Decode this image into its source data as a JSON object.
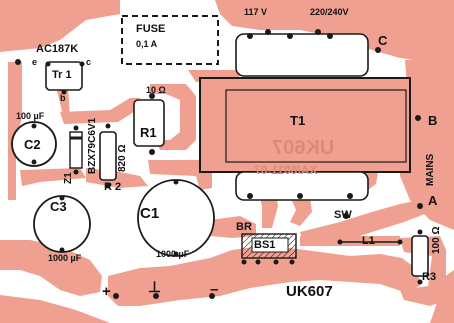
{
  "colors": {
    "copper": "#f0a090",
    "outline": "#1a1a1a",
    "background": "#ffffff",
    "mirror_text": "#d98a7a"
  },
  "labels": {
    "fuse": "FUSE",
    "fuse_value": "0,1 A",
    "v117": "117 V",
    "v220": "220/240V",
    "transistor_type": "AC187K",
    "tr1": "Tr 1",
    "e": "e",
    "c_pin": "c",
    "b_pin": "b",
    "c_terminal": "C",
    "b_terminal": "B",
    "a_terminal": "A",
    "mains": "MAINS",
    "t1": "T1",
    "uk607_mirror": "UK607",
    "code_mirror": "XA/6011-07",
    "r10_value": "10 Ω",
    "r1": "R1",
    "c2_value": "100 µF",
    "c2": "C2",
    "zener": "BZX79C6V1",
    "z1": "Z1",
    "r2_value": "820 Ω",
    "r2": "R 2",
    "c3": "C3",
    "c3_value": "1000 µF",
    "c1": "C1",
    "c1_value": "1000 µF",
    "br": "BR",
    "bs1": "BS1",
    "sw": "SW",
    "l1": "L1",
    "r3_value": "100 Ω",
    "r3": "R3",
    "plus": "+",
    "ground": "⊥",
    "minus": "–",
    "board_id": "UK607"
  }
}
